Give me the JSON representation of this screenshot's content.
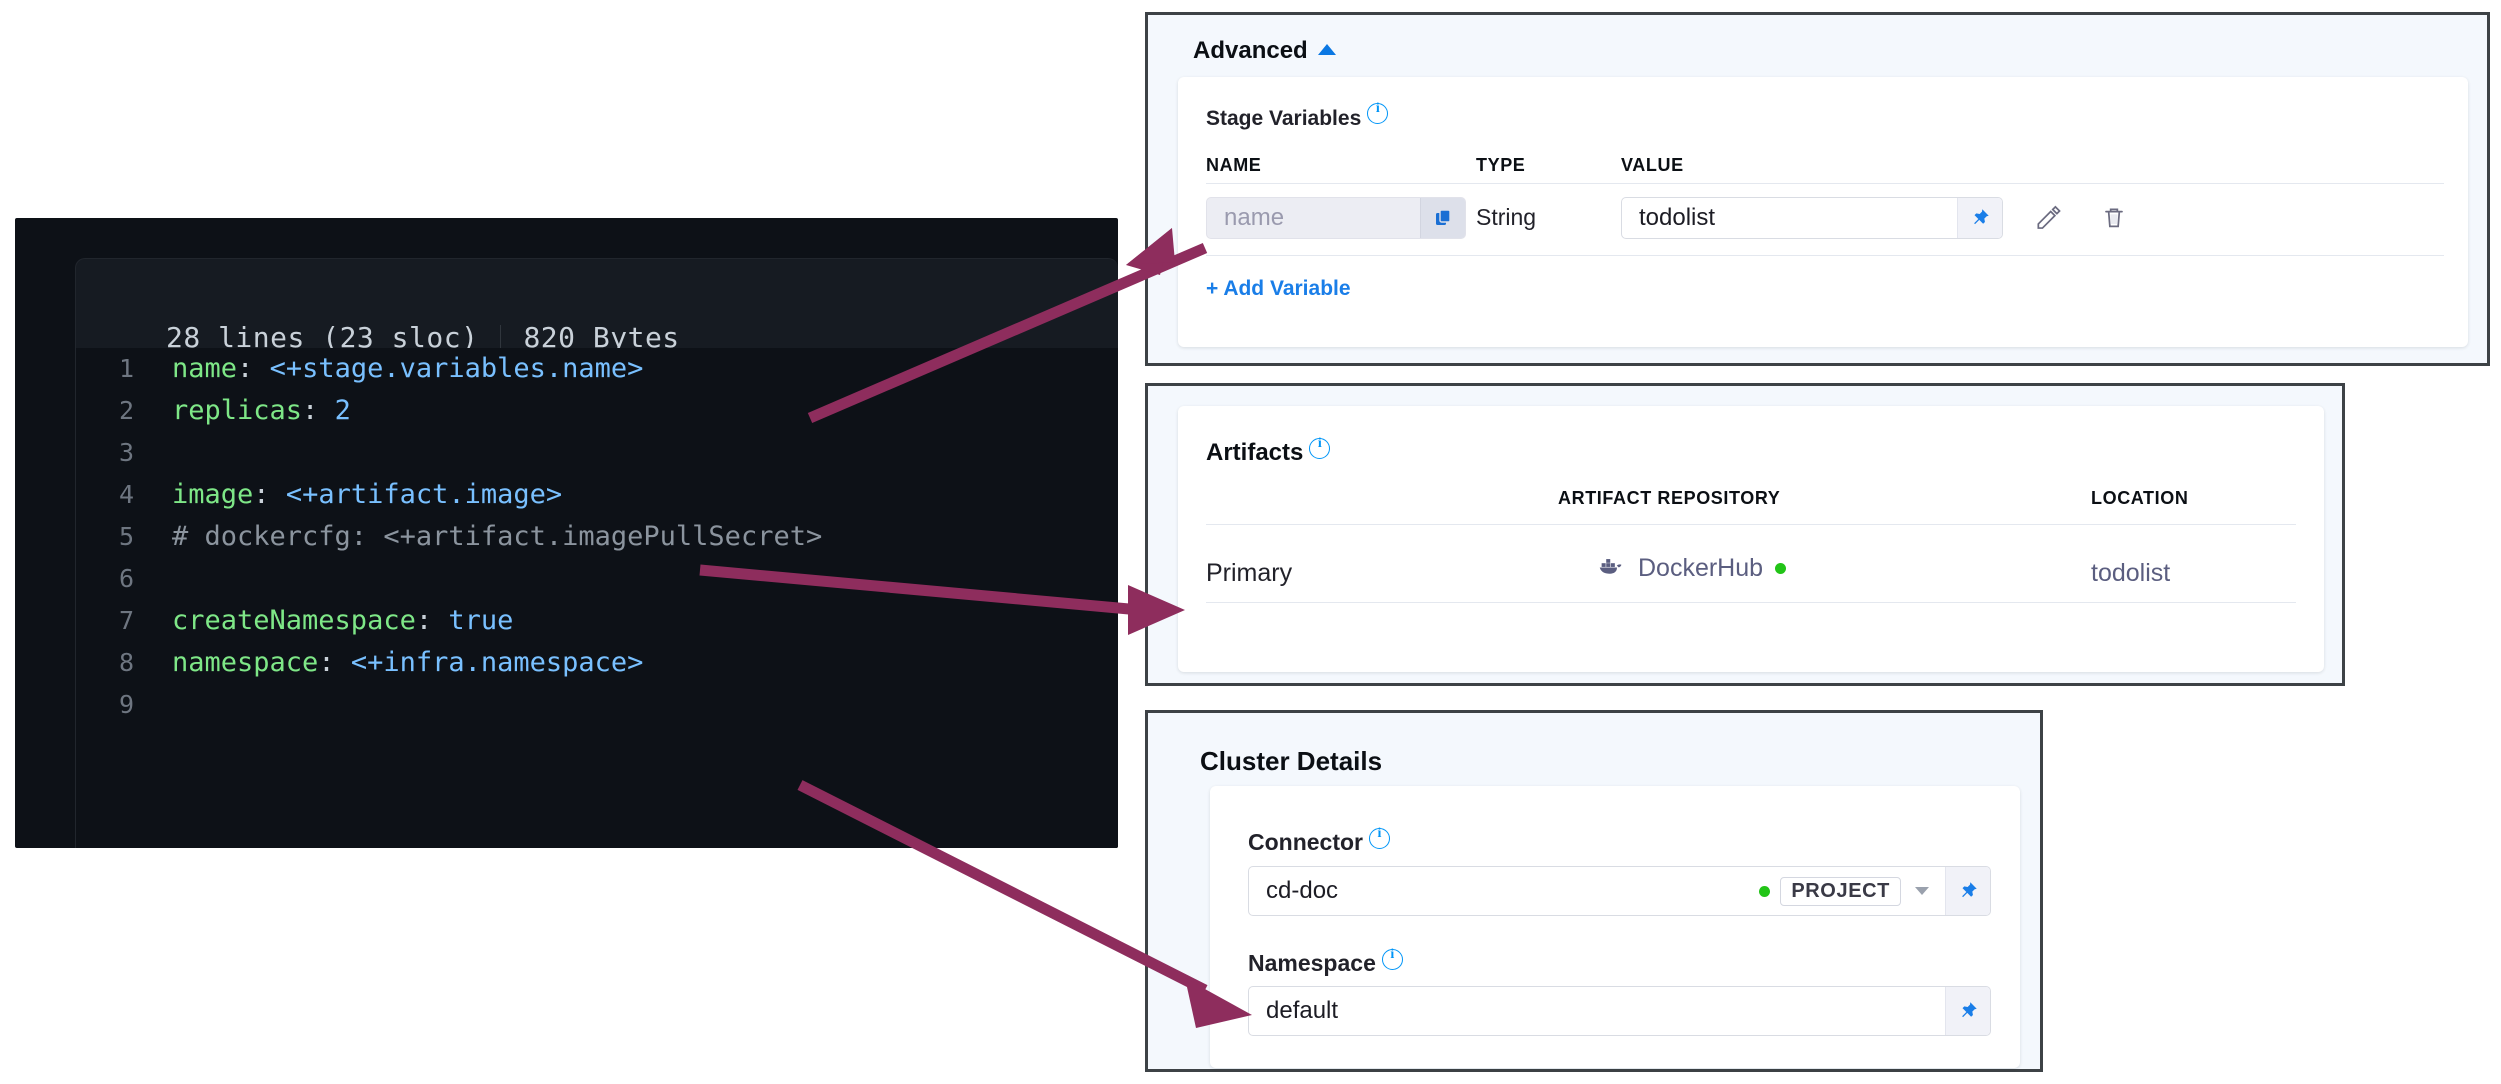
{
  "code_viewer": {
    "meta_lines": "28 lines (23 sloc)",
    "meta_bytes": "820 Bytes",
    "lines": [
      {
        "no": "1",
        "key": "name",
        "colon": ":",
        "value": "<+stage.variables.name>",
        "kind": "expr"
      },
      {
        "no": "2",
        "key": "replicas",
        "colon": ":",
        "value": "2",
        "kind": "num"
      },
      {
        "no": "3",
        "key": "",
        "colon": "",
        "value": "",
        "kind": "blank"
      },
      {
        "no": "4",
        "key": "image",
        "colon": ":",
        "value": "<+artifact.image>",
        "kind": "expr"
      },
      {
        "no": "5",
        "key": "",
        "colon": "",
        "value": "# dockercfg: <+artifact.imagePullSecret>",
        "kind": "comment"
      },
      {
        "no": "6",
        "key": "",
        "colon": "",
        "value": "",
        "kind": "blank"
      },
      {
        "no": "7",
        "key": "createNamespace",
        "colon": ":",
        "value": "true",
        "kind": "bool"
      },
      {
        "no": "8",
        "key": "namespace",
        "colon": ":",
        "value": "<+infra.namespace>",
        "kind": "expr"
      },
      {
        "no": "9",
        "key": "",
        "colon": "",
        "value": "",
        "kind": "blank"
      }
    ]
  },
  "advanced_panel": {
    "title": "Advanced",
    "collapse_icon": "chevron-up-icon",
    "stage_variables": {
      "title": "Stage Variables",
      "info_icon": "info-icon",
      "columns": [
        "NAME",
        "TYPE",
        "VALUE"
      ],
      "rows": [
        {
          "name_placeholder": "name",
          "name_value": "",
          "copy_icon": "copy-icon",
          "type": "String",
          "value": "todolist",
          "pin_icon": "pin-icon",
          "edit_icon": "pencil-icon",
          "delete_icon": "trash-icon"
        }
      ],
      "add_variable_label": "+ Add Variable"
    }
  },
  "artifacts_panel": {
    "title": "Artifacts",
    "info_icon": "info-icon",
    "columns": [
      "",
      "ARTIFACT REPOSITORY",
      "LOCATION"
    ],
    "rows": [
      {
        "type": "Primary",
        "repository": "DockerHub",
        "repository_icon": "docker-whale-icon",
        "status_dot": "green-status-dot",
        "location": "todolist"
      }
    ]
  },
  "cluster_details_panel": {
    "title": "Cluster Details",
    "connector": {
      "label": "Connector",
      "info_icon": "info-icon",
      "value": "cd-doc",
      "status_dot": "green-status-dot",
      "scope": "PROJECT",
      "dropdown_icon": "chevron-down-icon",
      "pin_icon": "pin-icon"
    },
    "namespace": {
      "label": "Namespace",
      "info_icon": "info-icon",
      "value": "default",
      "pin_icon": "pin-icon"
    }
  },
  "annotations": {
    "arrow_color": "#8e2d5d",
    "arrows": [
      {
        "name": "arrow-name-to-stage-variable",
        "from_label": "<+stage.variables.name>",
        "to_label": "name input"
      },
      {
        "name": "arrow-image-to-artifact",
        "from_label": "<+artifact.image>",
        "to_label": "Primary artifact"
      },
      {
        "name": "arrow-namespace-to-cluster",
        "from_label": "<+infra.namespace>",
        "to_label": "Namespace field"
      }
    ]
  }
}
